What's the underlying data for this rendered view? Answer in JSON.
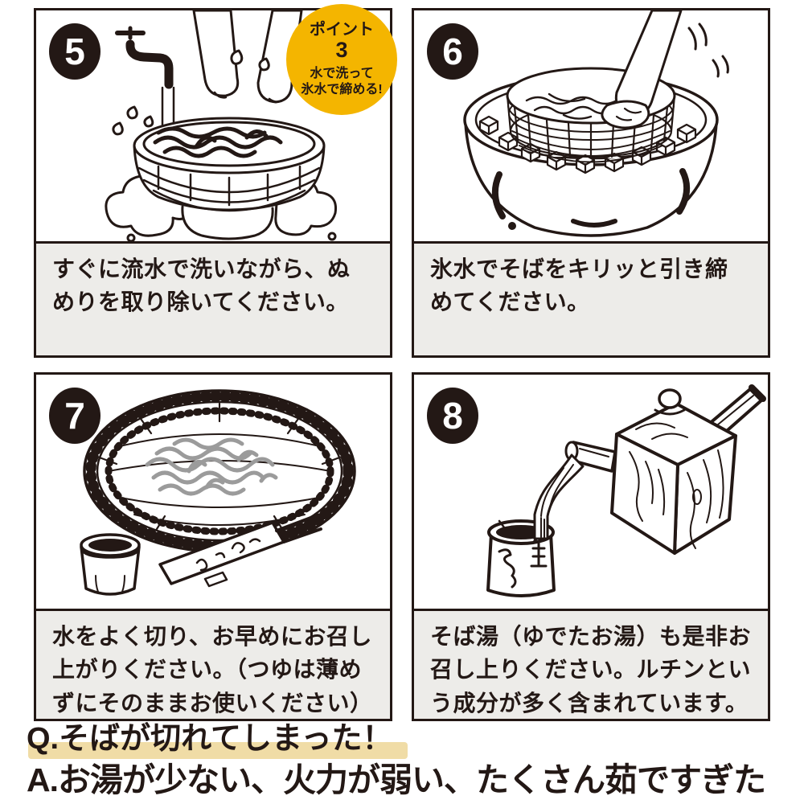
{
  "colors": {
    "ink": "#231815",
    "caption_background": "#edece9",
    "badge_yellow": "#f4b500",
    "question_highlight": "#f0dca6",
    "noodle_gray": "#9b9b9b"
  },
  "panels": [
    {
      "number": "5",
      "caption": "すぐに流水で洗いながら、ぬ\nめりを取り除いてください。",
      "illustration": "washing-noodles-in-colander-under-running-faucet"
    },
    {
      "number": "6",
      "caption": "氷水でそばをキリッと引き締\nめてください。",
      "illustration": "pressing-soba-into-ice-water-bowl"
    },
    {
      "number": "7",
      "caption": "水をよく切り、お早めにお召し\n上がりください。（つゆは薄め\nずにそのままお使いください）",
      "illustration": "soba-on-woven-zaru-with-tsuyu-cup-and-chopsticks"
    },
    {
      "number": "8",
      "caption": "そば湯（ゆでたお湯）も是非お\n召し上りください。ルチンとい\nう成分が多く含まれています。",
      "illustration": "pouring-sobayu-from-wooden-kettle-into-cup"
    }
  ],
  "point_badge": {
    "title": "ポイント",
    "number": "3",
    "line1": "水で洗って",
    "line2": "氷水で締める!"
  },
  "qa": {
    "question": "Q.そばが切れてしまった！",
    "answer": "A.お湯が少ない、火力が弱い、たくさん茹ですぎた"
  }
}
